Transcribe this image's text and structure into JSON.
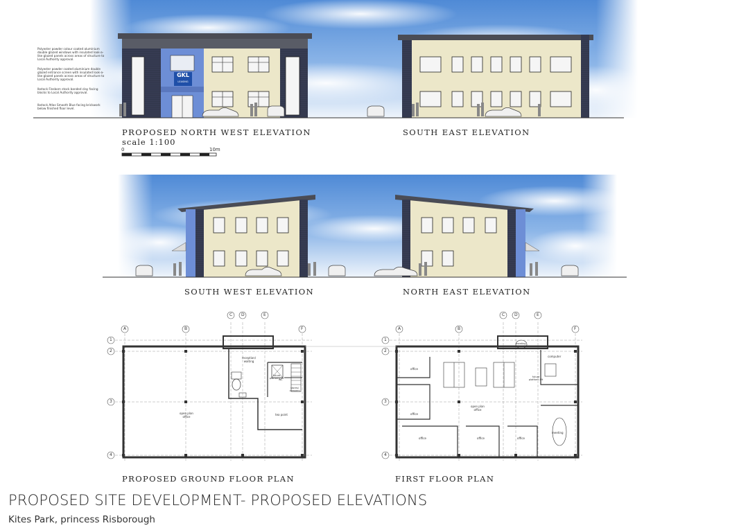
{
  "elevations": {
    "north_west": {
      "label": "PROPOSED  NORTH  WEST  ELEVATION",
      "sign": "GKL",
      "sign_sub": "LEASING"
    },
    "south_east": {
      "label": "SOUTH  EAST  ELEVATION"
    },
    "south_west": {
      "label": "SOUTH  WEST  ELEVATION"
    },
    "north_east": {
      "label": "NORTH  EAST  ELEVATION"
    }
  },
  "scale": {
    "text": "scale  1:100",
    "start": "0",
    "end": "10m"
  },
  "notes": [
    "Polyester powder colour coated aluminium double glazed windows with insulated look-a-like glazed panels across areas of structure to Local Authority approval.",
    "Polyester powder coated aluminium double glazed entrance screen with insulated look-a-like glazed panels across areas of structure to Local Authority approval.",
    "Ibstock Finsborn stock banded clay facing blocks to Local Authority approval.",
    "Ibstock Atlas Smooth Blue facing brickwork below finished floor level."
  ],
  "plans": {
    "ground": {
      "label": "PROPOSED  GROUND  FLOOR  PLAN",
      "rooms": [
        "reception/ waiting",
        "future platform lift",
        "wc",
        "stores/ cleaners",
        "tea point",
        "open plan office"
      ]
    },
    "first": {
      "label": "FIRST  FLOOR  PLAN",
      "rooms": [
        "office",
        "office",
        "open plan office",
        "office",
        "office",
        "office",
        "meeting",
        "meeting",
        "computer",
        "future platform lift"
      ]
    },
    "grid_letters": [
      "A",
      "B",
      "C",
      "D",
      "E",
      "F"
    ],
    "grid_numbers": [
      "1",
      "2",
      "3",
      "4"
    ]
  },
  "footer": {
    "title": "PROPOSED SITE DEVELOPMENT- PROPOSED ELEVATIONS",
    "subtitle": "Kites Park, princess Risborough"
  },
  "colors": {
    "sky_top": "#5b93d8",
    "sky_bottom": "#dbe8f6",
    "render": "#ece7c9",
    "brick_blue": "#34394f",
    "glazing_blue": "#6d8ed6",
    "roof": "#4a4c55"
  }
}
